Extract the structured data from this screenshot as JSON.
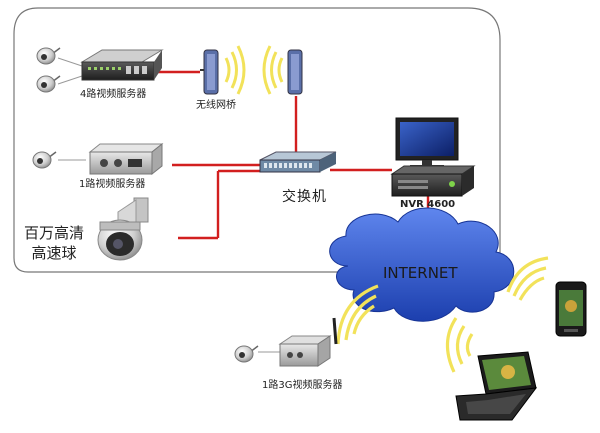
{
  "labels": {
    "server4": "4路视频服务器",
    "wireless_bridge": "无线网桥",
    "server1": "1路视频服务器",
    "ptz_line1": "百万高清",
    "ptz_line2": "高速球",
    "switch": "交换机",
    "nvr": "NVR 4600",
    "internet": "INTERNET",
    "server3g": "1路3G视频服务器"
  },
  "colors": {
    "link": "#d21f1f",
    "cloud": "#2a4fbf",
    "wifi": "#f2e25a",
    "frame": "#777777"
  },
  "icons": [
    "camera-icon",
    "video-server-icon",
    "wireless-bridge-icon",
    "network-switch-icon",
    "nvr-server-icon",
    "ptz-dome-camera-icon",
    "internet-cloud-icon",
    "smartphone-icon",
    "laptop-icon",
    "3g-video-server-icon",
    "wifi-signal-icon"
  ]
}
